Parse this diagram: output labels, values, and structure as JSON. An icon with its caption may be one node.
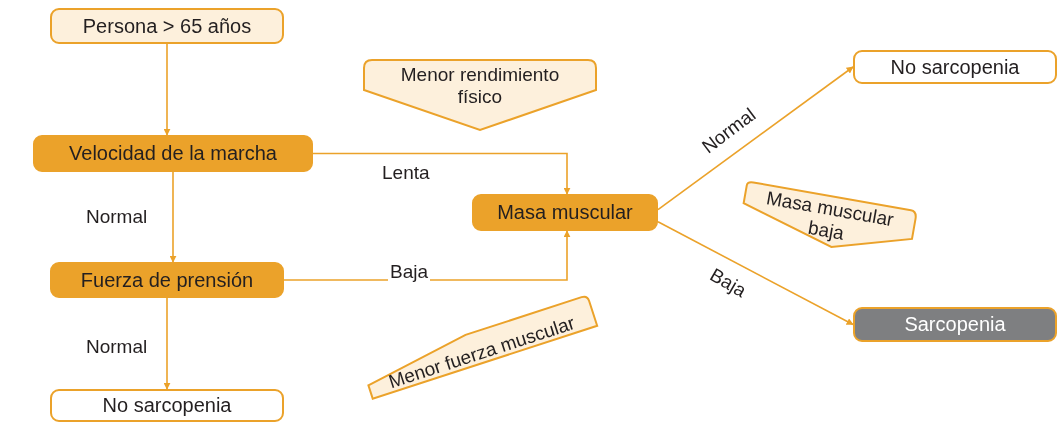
{
  "diagram": {
    "nodes": [
      {
        "text": [
          "Persona > 65 años"
        ]
      },
      {
        "text": [
          "Velocidad de la marcha"
        ]
      },
      {
        "text": [
          "Fuerza de prensión"
        ]
      },
      {
        "text": [
          "No sarcopenia"
        ]
      },
      {
        "text": [
          "Masa muscular"
        ]
      },
      {
        "text": [
          "No sarcopenia"
        ]
      },
      {
        "text": [
          "Sarcopenia"
        ]
      },
      {
        "text": [
          "Menor rendimiento físico"
        ]
      },
      {
        "text": [
          "Masa muscular baja"
        ]
      },
      {
        "text": [
          "Menor fuerza muscular"
        ]
      }
    ],
    "edges": [
      {
        "from": 0,
        "to": 1,
        "arrow": "to"
      },
      {
        "from": 1,
        "to": 2,
        "arrow": "to",
        "label": "Normal"
      },
      {
        "from": 1,
        "to": 4,
        "arrow": "to",
        "label": "Lenta"
      },
      {
        "from": 2,
        "to": 3,
        "arrow": "to",
        "label": "Normal"
      },
      {
        "from": 2,
        "to": 4,
        "arrow": "to",
        "label": "Baja"
      },
      {
        "from": 4,
        "to": 5,
        "arrow": "to",
        "label": "Normal"
      },
      {
        "from": 4,
        "to": 6,
        "arrow": "to",
        "label": "Baja"
      }
    ]
  }
}
